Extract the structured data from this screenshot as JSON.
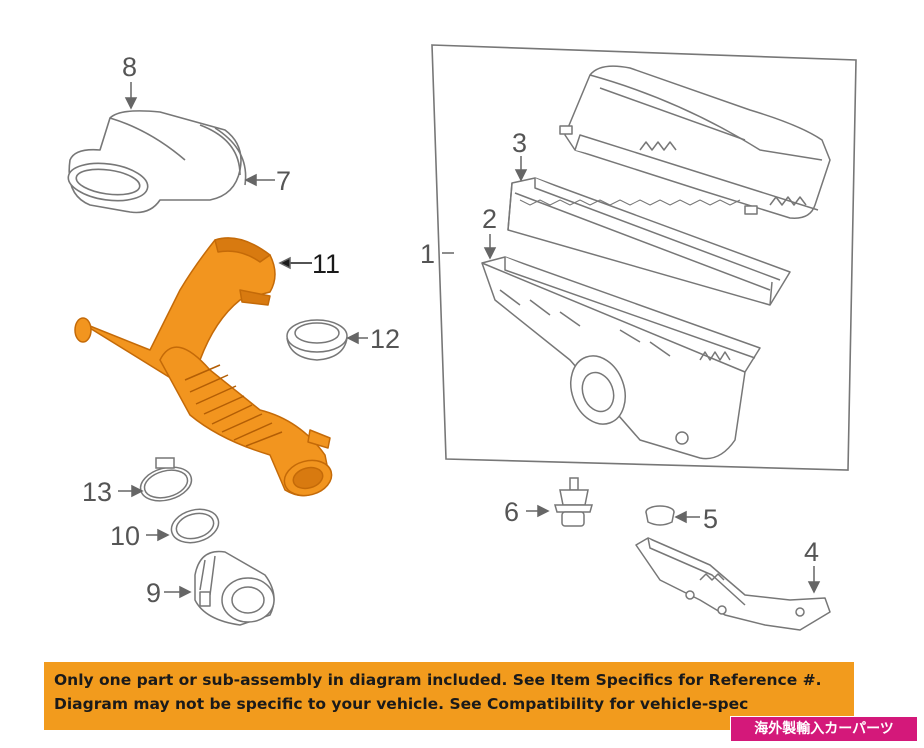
{
  "callouts": {
    "c1": "1",
    "c2": "2",
    "c3": "3",
    "c4": "4",
    "c5": "5",
    "c6": "6",
    "c7": "7",
    "c8": "8",
    "c9": "9",
    "c10": "10",
    "c11": "11",
    "c12": "12",
    "c13": "13"
  },
  "highlight_part": "11",
  "colors": {
    "highlight": "#f2951f",
    "line": "#777777",
    "banner": "#f29b1d",
    "tag": "#d4187a"
  },
  "banner": {
    "line1": "Only one part or sub-assembly in diagram included. See Item Specifics for Reference #.",
    "line2": "Diagram may not be specific to your vehicle. See Compatibility for vehicle-spec"
  },
  "shop_tag": "海外製輸入カーパーツ"
}
